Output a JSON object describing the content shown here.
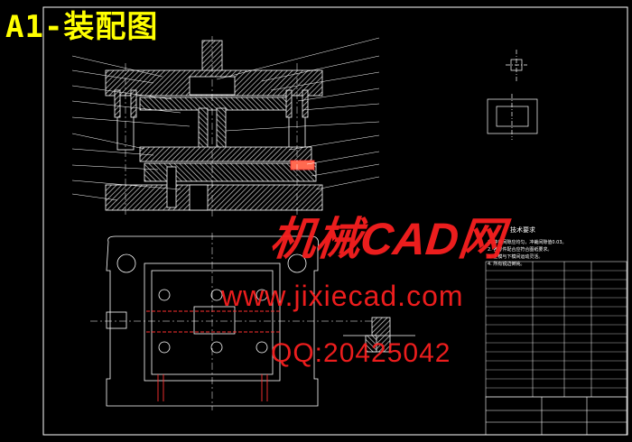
{
  "title": "A1-装配图",
  "watermark": {
    "title": "机械CAD网",
    "url": "www.jixiecad.com",
    "qq": "QQ:20425042"
  },
  "tech_notes": {
    "heading": "技术要求",
    "lines": [
      "1. 冲裁间隙应均匀，冲裁间隙值0.03。",
      "2. 各零件配合应符合图纸要求。",
      "3. 上模与下模间运动灵活。",
      "4. 所有锐边倒钝。"
    ]
  },
  "colors": {
    "background": "#000000",
    "lines": "#ffffff",
    "title": "#ffff00",
    "watermark": "#ff2020",
    "section_fill": "#cccccc",
    "guide_red": "#ff3030"
  }
}
